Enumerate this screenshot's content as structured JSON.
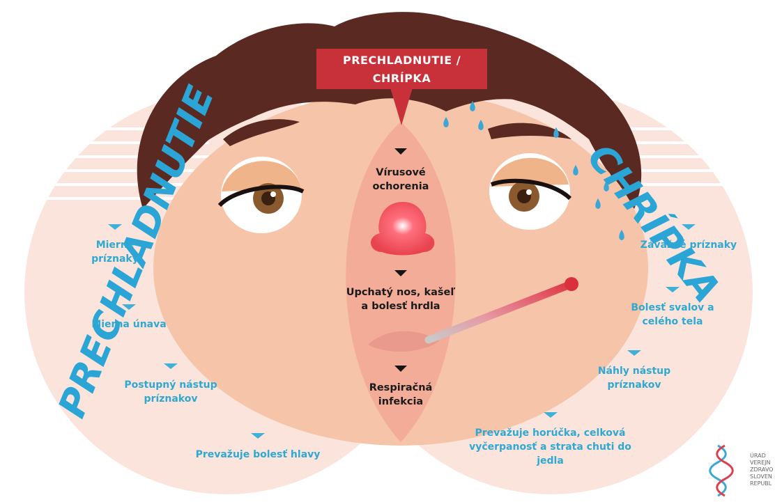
{
  "header": {
    "banner_line1": "PRECHLADNUTIE /",
    "banner_line2": "CHRÍPKA"
  },
  "left_title": "PRECHLADNUTIE",
  "right_title": "CHRÍPKA",
  "left_items": [
    "Mierne príznaky",
    "Mierna únava",
    "Postupný nástup príznakov",
    "Prevažuje bolesť hlavy"
  ],
  "center_items": [
    "Vírusové ochorenia",
    "Upchatý nos, kašeľ a bolesť hrdla",
    "Respiračná infekcia"
  ],
  "right_items": [
    "Závažné príznaky",
    "Bolesť svalov a celého tela",
    "Náhly nástup príznakov",
    "Prevažuje horúčka, celková vyčerpanosť a strata chuti do jedla"
  ],
  "logo_lines": [
    "ÚRAD",
    "VEREJN",
    "ZDRAVO",
    "SLOVEN",
    "REPUBL"
  ],
  "colors": {
    "accent_blue": "#2aa5d5",
    "banner_red": "#c8303a",
    "hair": "#5a2a22",
    "skin": "#f6c4a8"
  }
}
